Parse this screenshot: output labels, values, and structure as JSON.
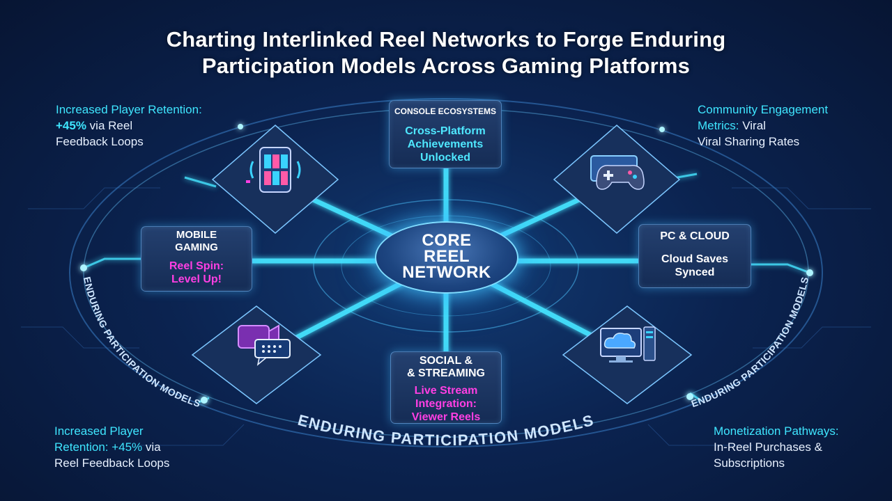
{
  "title": {
    "line1": "Charting Interlinked Reel Networks to Forge Enduring",
    "line2": "Participation Models Across Gaming Platforms"
  },
  "core": {
    "line1": "CORE",
    "line2": "REEL",
    "line3": "NETWORK"
  },
  "nodes": {
    "console": {
      "head": "CONSOLE ECOSYSTEMS",
      "body1": "Cross-Platform",
      "body2": "Achievements",
      "body3": "Unlocked"
    },
    "mobile": {
      "head1": "MOBILE",
      "head2": "GAMING",
      "body1": "Reel Spin:",
      "body2": "Level Up!"
    },
    "pc": {
      "head": "PC & CLOUD",
      "body1": "Cloud Saves",
      "body2": "Synced"
    },
    "social": {
      "head1": "SOCIAL &",
      "head2": "& STREAMING",
      "body1": "Live Stream",
      "body2": "Integration:",
      "body3": "Viewer Reels"
    }
  },
  "icons": [
    "smartphone-icon",
    "gamepad-icon",
    "chat-video-icon",
    "cloud-computer-icon"
  ],
  "ring_text": {
    "bottom": "ENDURING PARTICIPATION MODELS",
    "left": "ENDURING PARTICIPATION MODELS",
    "right": "ENDURING PARTICIPATION MODELS"
  },
  "callouts": {
    "top_left": {
      "l1": "Increased Player Retention:",
      "l2a": "+45%",
      "l2b": " via Reel",
      "l3": "Feedback Loops"
    },
    "top_right": {
      "l1": "Community Engagement",
      "l2a": "Metrics:",
      "l2b": " Viral",
      "l3": "Viral Sharing Rates"
    },
    "bottom_left": {
      "l1": "Increased Player",
      "l2a": "Retention: +45%",
      "l2b": " via",
      "l3": "Reel Feedback Loops"
    },
    "bottom_right": {
      "l1": "Monetization Pathways:",
      "l2": "In-Reel Purchases &",
      "l3": "Subscriptions"
    }
  },
  "colors": {
    "accent_cyan": "#3fe6ff",
    "accent_magenta": "#ff3fe3",
    "background": "#0b2350"
  }
}
